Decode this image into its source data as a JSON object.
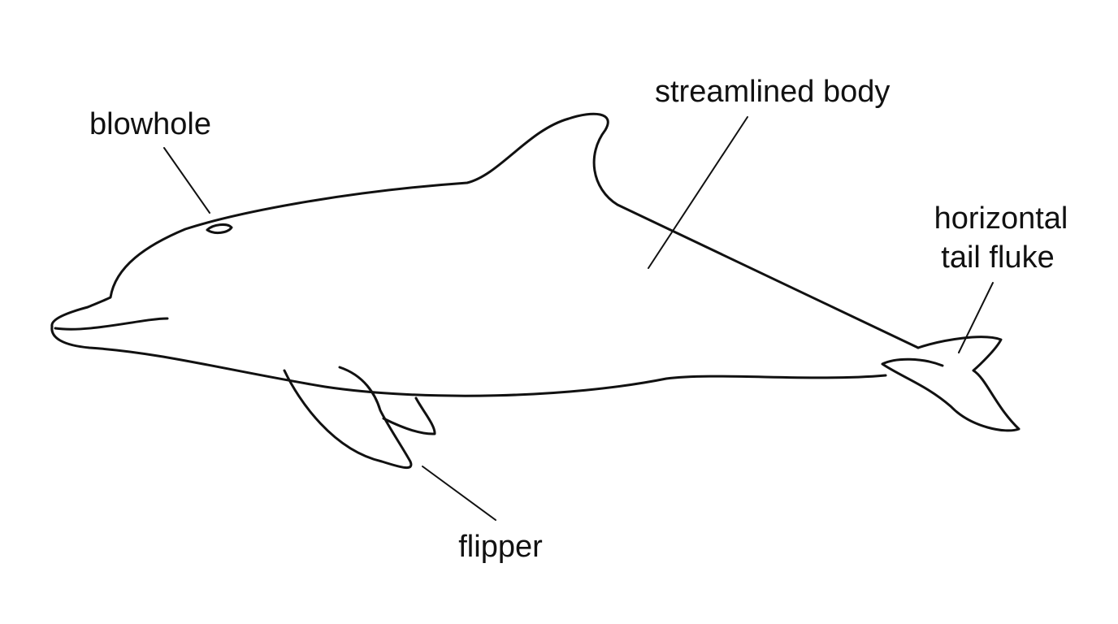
{
  "labels": {
    "blowhole": "blowhole",
    "streamlined_body": "streamlined body",
    "tail_fluke_line1": "horizontal",
    "tail_fluke_line2": "tail fluke",
    "flipper": "flipper"
  },
  "colors": {
    "ink": "#111111",
    "background": "#ffffff"
  }
}
